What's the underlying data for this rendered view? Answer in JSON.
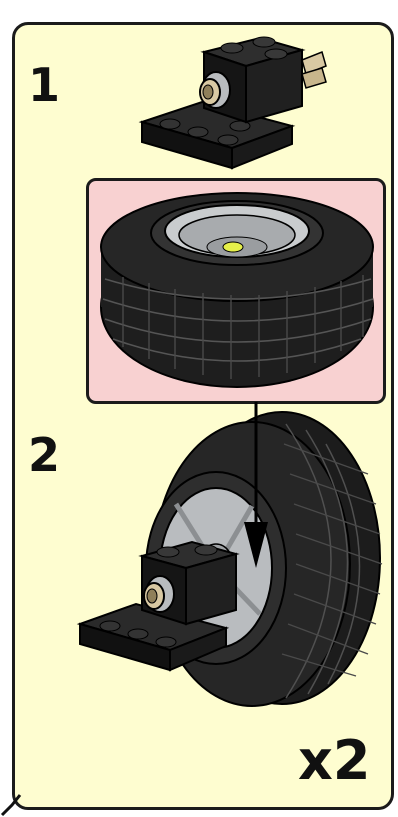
{
  "steps": [
    {
      "number": "1"
    },
    {
      "number": "2"
    }
  ],
  "quantity_label": "x2",
  "colors": {
    "panel_bg": "#fefdd0",
    "callout_bg": "#f8d1d1",
    "border": "#1b1b1b",
    "brick_black": "#1c1c1c",
    "wheel_gray": "#b9bcbf",
    "axle_tan": "#d9c9a3",
    "highlight_yellow": "#e6f04a"
  },
  "icons": [
    "black-bracket-plate-icon",
    "tire-icon",
    "wheel-rim-icon",
    "assembly-arrow-icon"
  ]
}
